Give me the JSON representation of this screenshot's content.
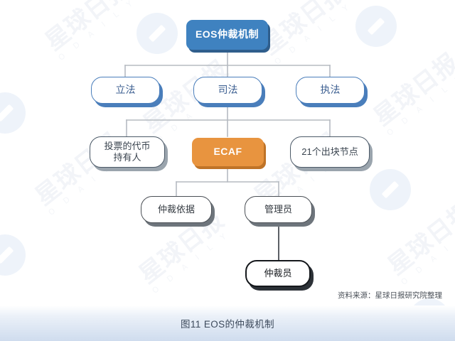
{
  "diagram": {
    "title_node": {
      "label": "EOS仲裁机制"
    },
    "level2": [
      {
        "label": "立法"
      },
      {
        "label": "司法"
      },
      {
        "label": "执法"
      }
    ],
    "level3": [
      {
        "label": "投票的代币\n持有人"
      },
      {
        "label": "ECAF"
      },
      {
        "label": "21个出块节点"
      }
    ],
    "level4": [
      {
        "label": "仲裁依据"
      },
      {
        "label": "管理员"
      }
    ],
    "level5": [
      {
        "label": "仲裁员"
      }
    ]
  },
  "source_note": "资料来源：星球日报研究院整理",
  "footer": {
    "caption": "图11 EOS的仲裁机制"
  },
  "watermark": {
    "text": "星球日报",
    "subtext": "O D A I L Y"
  },
  "colors": {
    "blue_fill": "#3f82c0",
    "blue_shadow": "#2f5e8c",
    "orange_fill": "#e8943f",
    "orange_shadow": "#bf7327",
    "blue_outline": "#4a7ebb",
    "slate_outline": "#4c5a68",
    "black_outline": "#15181c",
    "connector": "#b6bbc1",
    "footer_gradient_end": "#cfdcee",
    "caption_text": "#3d4a5c"
  }
}
